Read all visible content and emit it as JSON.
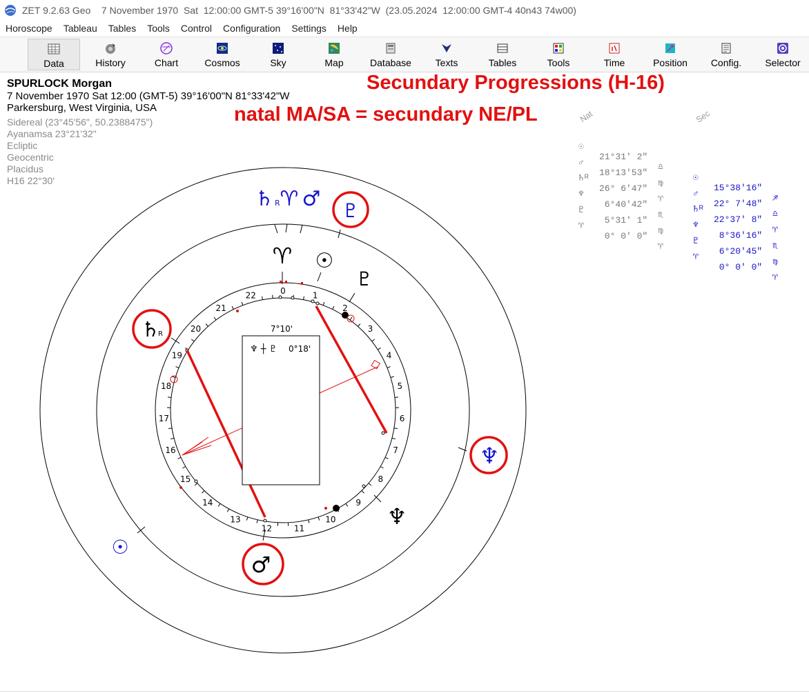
{
  "window": {
    "title": "ZET 9.2.63 Geo    7 November 1970  Sat  12:00:00 GMT-5 39°16'00\"N  81°33'42\"W  (23.05.2024  12:00:00 GMT-4 40n43 74w00)"
  },
  "menu": [
    "Horoscope",
    "Tableau",
    "Tables",
    "Tools",
    "Control",
    "Configuration",
    "Settings",
    "Help"
  ],
  "toolbar": [
    {
      "label": "Data",
      "icon": "data-icon",
      "active": true
    },
    {
      "label": "History",
      "icon": "history-icon"
    },
    {
      "label": "Chart",
      "icon": "chart-icon"
    },
    {
      "label": "Cosmos",
      "icon": "cosmos-icon"
    },
    {
      "label": "Sky",
      "icon": "sky-icon"
    },
    {
      "label": "Map",
      "icon": "map-icon"
    },
    {
      "label": "Database",
      "icon": "database-icon"
    },
    {
      "label": "Texts",
      "icon": "texts-icon"
    },
    {
      "label": "Tables",
      "icon": "tables-icon"
    },
    {
      "label": "Tools",
      "icon": "tools-icon"
    },
    {
      "label": "Time",
      "icon": "time-icon"
    },
    {
      "label": "Position",
      "icon": "position-icon"
    },
    {
      "label": "Config.",
      "icon": "config-icon"
    },
    {
      "label": "Selector",
      "icon": "selector-icon"
    }
  ],
  "info": {
    "name": "SPURLOCK Morgan",
    "date_line": "7 November 1970  Sat  12:00 (GMT-5) 39°16'00\"N  81°33'42\"W",
    "place": "Parkersburg, West Virginia, USA",
    "settings": [
      "Sidereal (23°45'56\", 50.2388475\")",
      "Ayanamsa 23°21'32\"",
      "Ecliptic",
      "Geocentric",
      "Placidus",
      "H16  22°30'"
    ]
  },
  "headline": {
    "line1": "Secundary Progressions (H-16)",
    "line2": "natal MA/SA = secundary NE/PL"
  },
  "positions": {
    "nat_label": "Nat",
    "sec_label": "Sec",
    "rows": [
      {
        "n_glyph": "☉",
        "n_val": "21°31' 2\"",
        "n_sign": "♎",
        "s_glyph": "☉",
        "s_val": "15°38'16\"",
        "s_sign": "♐"
      },
      {
        "n_glyph": "♂",
        "n_val": "18°13'53\"",
        "n_sign": "♍",
        "s_glyph": "♂",
        "s_val": "22° 7'48\"",
        "s_sign": "♎"
      },
      {
        "n_glyph": "♄ᴿ",
        "n_val": "26° 6'47\"",
        "n_sign": "♈",
        "s_glyph": "♄ᴿ",
        "s_val": "22°37' 8\"",
        "s_sign": "♈"
      },
      {
        "n_glyph": "♆",
        "n_val": " 6°40'42\"",
        "n_sign": "♏",
        "s_glyph": "♆",
        "s_val": " 8°36'16\"",
        "s_sign": "♏"
      },
      {
        "n_glyph": "♇",
        "n_val": " 5°31' 1\"",
        "n_sign": "♍",
        "s_glyph": "♇",
        "s_val": " 6°20'45\"",
        "s_sign": "♍"
      },
      {
        "n_glyph": "♈",
        "n_val": " 0° 0' 0\"",
        "n_sign": "♈",
        "s_glyph": "♈",
        "s_val": " 0° 0' 0\"",
        "s_sign": "♈"
      }
    ]
  },
  "wheel": {
    "dial_numbers": [
      "0",
      "1",
      "2",
      "3",
      "4",
      "5",
      "6",
      "7",
      "8",
      "9",
      "10",
      "11",
      "12",
      "13",
      "14",
      "15",
      "16",
      "17",
      "18",
      "19",
      "20",
      "21",
      "22"
    ],
    "center_top": "7°10'",
    "center_glyphs": "♆ ┼ ♇",
    "center_value": "0°18'",
    "natal_glyphs": {
      "aries": "♈",
      "sun": "☉",
      "pluto": "♇",
      "neptune": "♆"
    },
    "sec_glyphs": {
      "saturn": "♄",
      "saturn_r": "R",
      "aries": "♈",
      "mars": "♂",
      "pluto": "♇",
      "neptune": "♆",
      "sun": "☉",
      "mars_bottom": "♂",
      "saturn_left": "♄",
      "saturn_left_r": "R"
    },
    "colors": {
      "red": "#e31010",
      "blue": "#1515cc",
      "black": "#000000"
    }
  }
}
